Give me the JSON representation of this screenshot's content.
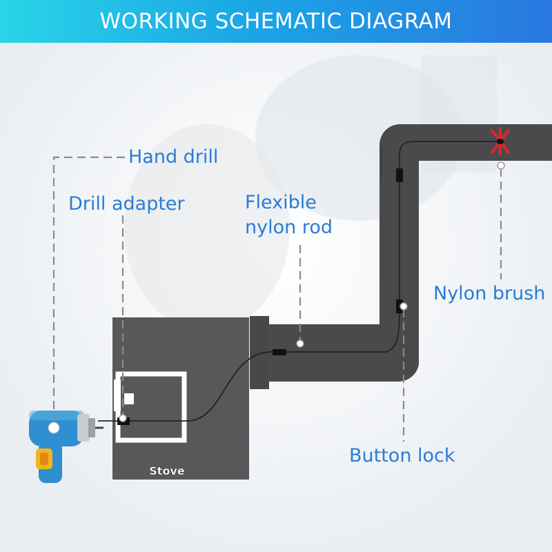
{
  "header": {
    "title": "WORKING SCHEMATIC DIAGRAM"
  },
  "labels": {
    "hand_drill": "Hand drill",
    "drill_adapter": "Drill adapter",
    "flexible_nylon_rod_line1": "Flexible",
    "flexible_nylon_rod_line2": "nylon rod",
    "nylon_brush": "Nylon brush",
    "button_lock": "Button lock",
    "stove": "Stove"
  },
  "colors": {
    "header_start": "#2ad4e8",
    "header_end": "#2a78e0",
    "label_text": "#2a7bd6",
    "duct": "#4a4a4c",
    "stove": "#58585a",
    "brush_red": "#e0242c",
    "drill_blue": "#2e8fd0",
    "drill_yellow": "#f2b51c",
    "leader_line": "#8a8a8a"
  },
  "icons": [
    "hand-drill-icon",
    "nylon-brush-icon"
  ]
}
